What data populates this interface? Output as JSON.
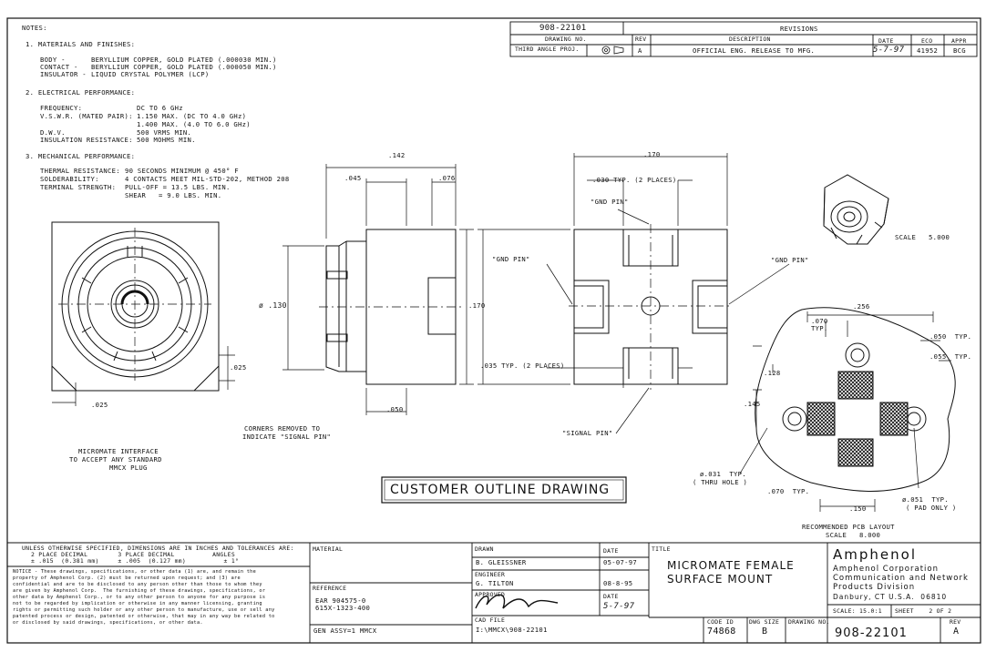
{
  "notes": {
    "heading": "NOTES:",
    "section1": "1. MATERIALS AND FINISHES:",
    "materials": [
      {
        "label": "BODY -",
        "value": "BERYLLIUM COPPER, GOLD PLATED (.000030 MIN.)"
      },
      {
        "label": "CONTACT -",
        "value": "BERYLLIUM COPPER, GOLD PLATED (.000050 MIN.)"
      },
      {
        "label": "INSULATOR -",
        "value": "LIQUID CRYSTAL POLYMER (LCP)"
      }
    ],
    "section2": "2. ELECTRICAL PERFORMANCE:",
    "electrical": [
      {
        "label": "FREQUENCY:",
        "value": "DC TO 6 GHz"
      },
      {
        "label": "V.S.W.R. (MATED PAIR):",
        "value": "1.150 MAX. (DC TO 4.0 GHz)"
      },
      {
        "label": "",
        "value": "1.400 MAX. (4.0 TO 6.0 GHz)"
      },
      {
        "label": "D.W.V.",
        "value": "500 VRMS MIN."
      },
      {
        "label": "INSULATION RESISTANCE:",
        "value": "500 MOHMS MIN."
      }
    ],
    "section3": "3. MECHANICAL PERFORMANCE:",
    "mechanical": [
      {
        "label": "THERMAL RESISTANCE:",
        "value": "90 SECONDS MINIMUM @ 450° F"
      },
      {
        "label": "SOLDERABILITY:",
        "value": "4 CONTACTS MEET MIL-STD-202, METHOD 208"
      },
      {
        "label": "TERMINAL STRENGTH:",
        "value": "PULL-OFF = 13.5 LBS. MIN."
      },
      {
        "label": "",
        "value": "SHEAR   = 9.0 LBS. MIN."
      }
    ]
  },
  "revisions": {
    "doc_number": "908-22101",
    "title": "REVISIONS",
    "drawing_no_label": "DRAWING NO.",
    "third_angle": "THIRD ANGLE PROJ.",
    "rev_label": "REV",
    "description_label": "DESCRIPTION",
    "date_label": "DATE",
    "eco_label": "ECO",
    "appr_label": "APPR",
    "row": {
      "rev": "A",
      "description": "OFFICIAL ENG. RELEASE TO MFG.",
      "date": "5-7-97",
      "eco": "41952",
      "appr": "BCG"
    }
  },
  "dims": {
    "d142": ".142",
    "d045": ".045",
    "d076": ".076",
    "d130": "ø .130",
    "d170v": ".170",
    "d050": ".050",
    "d025a": ".025",
    "d025b": ".025",
    "d170h": ".170",
    "d030typ": ".030 TYP. (2 PLACES)",
    "d035typ": ".035 TYP. (2 PLACES)",
    "gnd_pin_top": "\"GND PIN\"",
    "gnd_pin_left": "\"GND PIN\"",
    "gnd_pin_right": "\"GND PIN\"",
    "signal_pin": "\"SIGNAL PIN\"",
    "corners_note_1": "CORNERS REMOVED TO",
    "corners_note_2": "INDICATE \"SIGNAL PIN\"",
    "interface_note_1": "MICROMATE INTERFACE",
    "interface_note_2": "TO ACCEPT ANY STANDARD",
    "interface_note_3": "MMCX PLUG",
    "scale_iso": "SCALE   5.000",
    "pcb_256": ".256",
    "pcb_070typ_top": ".070",
    "pcb_typ": "TYP.",
    "pcb_050typ": ".050  TYP.",
    "pcb_055typ": ".055  TYP.",
    "pcb_128": ".128",
    "pcb_145": ".145",
    "pcb_031": "ø.031  TYP.",
    "pcb_thru": "( THRU HOLE )",
    "pcb_070typ_bot": ".070  TYP.",
    "pcb_150": ".150",
    "pcb_051": "ø.051  TYP.",
    "pcb_pad": "( PAD ONLY )",
    "pcb_title": "RECOMMENDED PCB LAYOUT",
    "pcb_scale": "SCALE   8.000"
  },
  "banner": "CUSTOMER OUTLINE DRAWING",
  "title_block": {
    "tol_1": "UNLESS OTHERWISE SPECIFIED, DIMENSIONS ARE IN INCHES AND TOLERANCES ARE:",
    "tol_2": "2 PLACE DECIMAL        3 PLACE DECIMAL          ANGLES",
    "tol_3": "± .015  (0.381 mm)     ± .005  (0.127 mm)          ± 1°",
    "notice": [
      "NOTICE - These drawings, specifications, or other data (1) are, and remain the",
      "property of Amphenol Corp. (2) must be returned upon request; and (3) are",
      "confidential and are to be disclosed to any person other than those to whom they",
      "are given by Amphenol Corp.  The furnishing of these drawings, specifications, or",
      "other data by Amphenol Corp., or to any other person to anyone for any purpose is",
      "not to be regarded by implication or otherwise in any manner licensing, granting",
      "rights or permitting such holder or any other person to manufacture, use or sell any",
      "patented process or design, patented or otherwise, that may in any way be related to",
      "or disclosed by said drawings, specifications, or other data."
    ],
    "material_label": "MATERIAL",
    "reference_label": "REFERENCE",
    "reference_1": "EAR 904575-0",
    "reference_2": "615X-1323-400",
    "gen_assy": "GEN ASSY=1 MMCX",
    "drawn_label": "DRAWN",
    "drawn_name": "B. GLEISSNER",
    "date_label": "DATE",
    "drawn_date": "05-07-97",
    "engineer_label": "ENGINEER",
    "engineer_name": "G. TILTON",
    "engineer_date": "08-8-95",
    "approved_label": "APPROVED",
    "approved_date": "5-7-97",
    "cad_label": "CAD FILE",
    "cad_file": "I:\\MMCX\\908-22101",
    "title_label": "TITLE",
    "title_1": "MICROMATE FEMALE",
    "title_2": "SURFACE MOUNT",
    "company": "Amphenol",
    "company_1": "Amphenol Corporation",
    "company_2": "Communication and Network",
    "company_3": "Products Division",
    "company_4": "Danbury, CT U.S.A.  06810",
    "scale": "SCALE: 15.0:1",
    "sheet": "SHEET    2 OF 2",
    "code_id_label": "CODE ID",
    "code_id": "74868",
    "dwg_size_label": "DWG SIZE",
    "dwg_size": "B",
    "drawing_no_label": "DRAWING NO.",
    "drawing_no": "908-22101",
    "rev_label": "REV",
    "rev": "A"
  }
}
